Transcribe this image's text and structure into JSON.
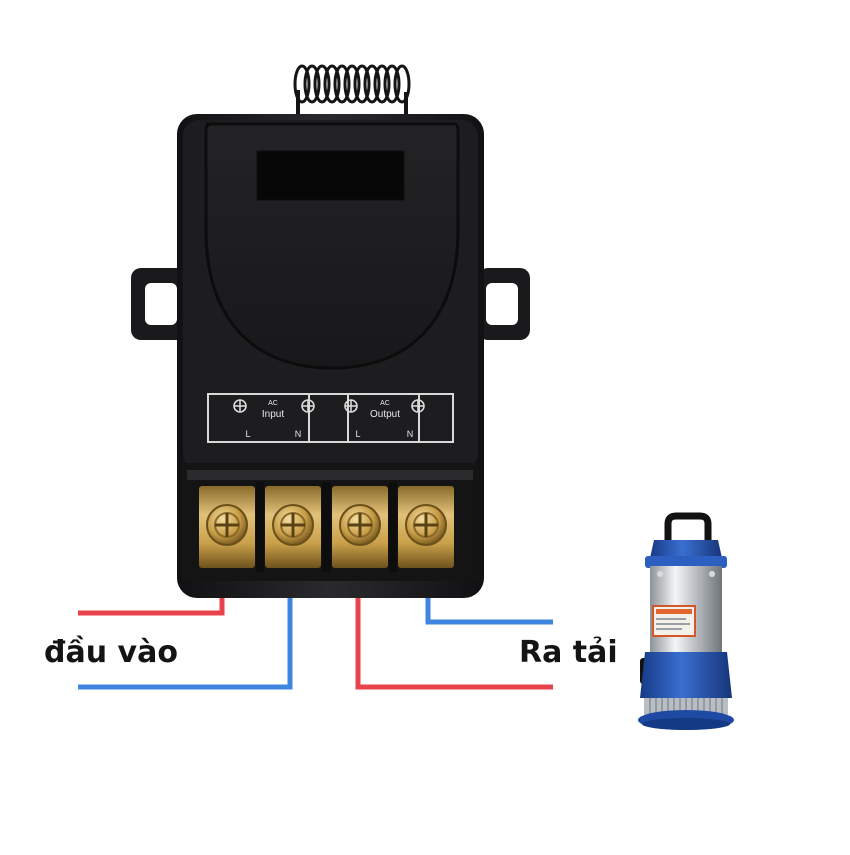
{
  "labels": {
    "input": "đầu vào",
    "output": "Ra tải"
  },
  "terminal_block": {
    "input_group": {
      "top": "AC",
      "main": "Input",
      "left_pin": "L",
      "right_pin": "N"
    },
    "output_group": {
      "top": "AC",
      "main": "Output",
      "left_pin": "L",
      "right_pin": "N"
    }
  },
  "icons": {
    "receiver": "rf-relay-receiver-icon",
    "antenna": "coil-antenna-icon",
    "pump": "submersible-water-pump-icon"
  },
  "colors": {
    "live_wire": "#e8424c",
    "neutral_wire": "#3f86e0",
    "housing": "#1c1c1e",
    "brass": "#c9a04a",
    "pump_blue": "#2757b3"
  }
}
